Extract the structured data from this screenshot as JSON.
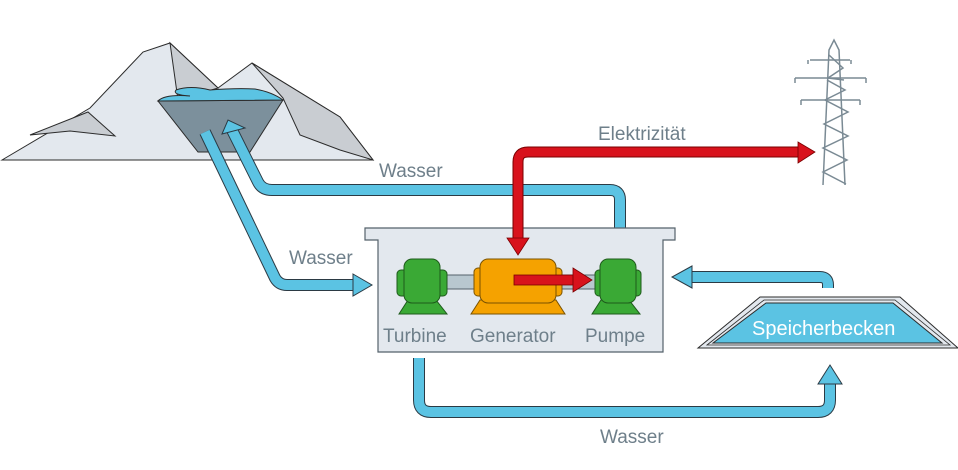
{
  "diagram": {
    "title": "Pumpspeicherkraftwerk",
    "labels": {
      "water_top": "Wasser",
      "water_left": "Wasser",
      "water_bottom": "Wasser",
      "electricity": "Elektrizität",
      "turbine": "Turbine",
      "generator": "Generator",
      "pump": "Pumpe",
      "reservoir": "Speicherbecken"
    },
    "colors": {
      "water": "#5bc3e3",
      "electricity": "#d8121c",
      "machine_green": "#3aa935",
      "generator_orange": "#f5a200",
      "mountain": "#e3e8ee",
      "mountain_shadow": "#c9cdd2",
      "lake_basin": "#7c909c",
      "powerhouse": "#e3e8ee",
      "text": "#6e7f8a"
    },
    "icons": [
      "mountain-icon",
      "upper-lake-icon",
      "power-pylon-icon",
      "turbine-icon",
      "generator-icon",
      "pump-icon",
      "reservoir-icon"
    ]
  }
}
